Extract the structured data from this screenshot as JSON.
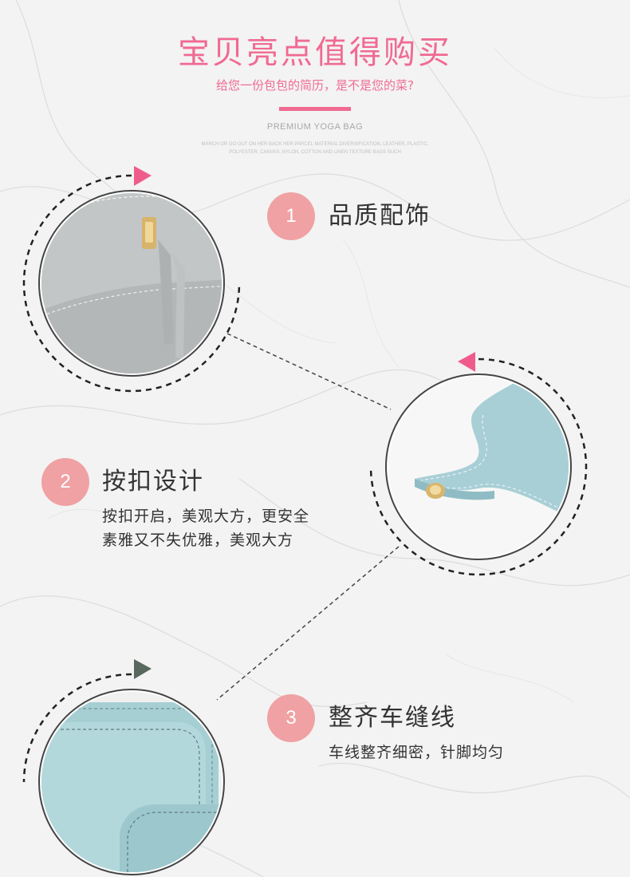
{
  "header": {
    "title": "宝贝亮点值得购买",
    "subtitle": "给您一份包包的简历，是不是您的菜?",
    "english_title": "PREMIUM YOGA BAG",
    "english_line1": "MARCH OR GO OUT ON HER BACK HER PARCEL MATERIAL DIVERSIFICATION, LEATHER, PLASTIC,",
    "english_line2": "POLYESTER, CANVAS, NYLON, COTTON AND LINEN TEXTURE BAGS SUCH"
  },
  "features": [
    {
      "number": "1",
      "title": "品质配饰",
      "desc_line1": "",
      "desc_line2": ""
    },
    {
      "number": "2",
      "title": "按扣设计",
      "desc_line1": "按扣开启，美观大方，更安全",
      "desc_line2": "素雅又不失优雅，美观大方"
    },
    {
      "number": "3",
      "title": "整齐车缝线",
      "desc_line1": "车线整齐细密，针脚均匀",
      "desc_line2": ""
    }
  ],
  "colors": {
    "accent_pink": "#f06a92",
    "number_circle": "#f0a1a3",
    "arrow_dark_green": "#58685d",
    "wallet_gray": "#b9bcbc",
    "wallet_blue": "#a6cfd4"
  },
  "images": [
    {
      "name": "zipper-closeup-photo"
    },
    {
      "name": "snap-button-closeup-photo"
    },
    {
      "name": "stitching-closeup-photo"
    }
  ]
}
